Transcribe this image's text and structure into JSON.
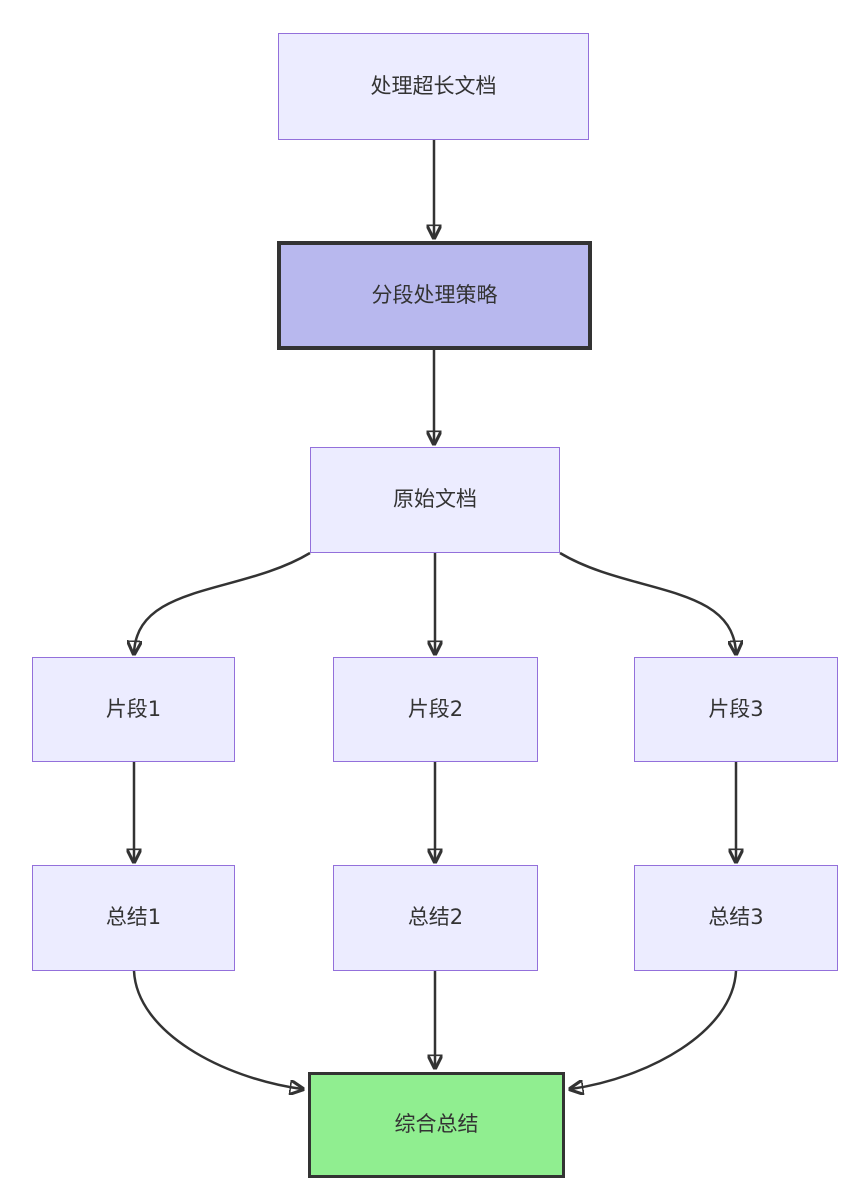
{
  "diagram": {
    "type": "flowchart",
    "direction": "top-down",
    "nodes": [
      {
        "id": "A",
        "label": "处理超长文档",
        "style": "default"
      },
      {
        "id": "B",
        "label": "分段处理策略",
        "style": "highlight"
      },
      {
        "id": "C",
        "label": "原始文档",
        "style": "default"
      },
      {
        "id": "D1",
        "label": "片段1",
        "style": "default"
      },
      {
        "id": "D2",
        "label": "片段2",
        "style": "default"
      },
      {
        "id": "D3",
        "label": "片段3",
        "style": "default"
      },
      {
        "id": "E1",
        "label": "总结1",
        "style": "default"
      },
      {
        "id": "E2",
        "label": "总结2",
        "style": "default"
      },
      {
        "id": "E3",
        "label": "总结3",
        "style": "default"
      },
      {
        "id": "F",
        "label": "综合总结",
        "style": "success"
      }
    ],
    "edges": [
      {
        "from": "处理超长文档",
        "to": "分段处理策略"
      },
      {
        "from": "分段处理策略",
        "to": "原始文档"
      },
      {
        "from": "原始文档",
        "to": "片段1"
      },
      {
        "from": "原始文档",
        "to": "片段2"
      },
      {
        "from": "原始文档",
        "to": "片段3"
      },
      {
        "from": "片段1",
        "to": "总结1"
      },
      {
        "from": "片段2",
        "to": "总结2"
      },
      {
        "from": "片段3",
        "to": "总结3"
      },
      {
        "from": "总结1",
        "to": "综合总结"
      },
      {
        "from": "总结2",
        "to": "综合总结"
      },
      {
        "from": "总结3",
        "to": "综合总结"
      }
    ],
    "colors": {
      "background": "#FFFFFF",
      "node_fill": "#ECECFF",
      "node_border": "#9370DB",
      "highlight_fill": "#B8B8EE",
      "highlight_border": "#333333",
      "success_fill": "#90EE90",
      "success_border": "#333333",
      "edge": "#333333",
      "text": "#333333"
    }
  }
}
